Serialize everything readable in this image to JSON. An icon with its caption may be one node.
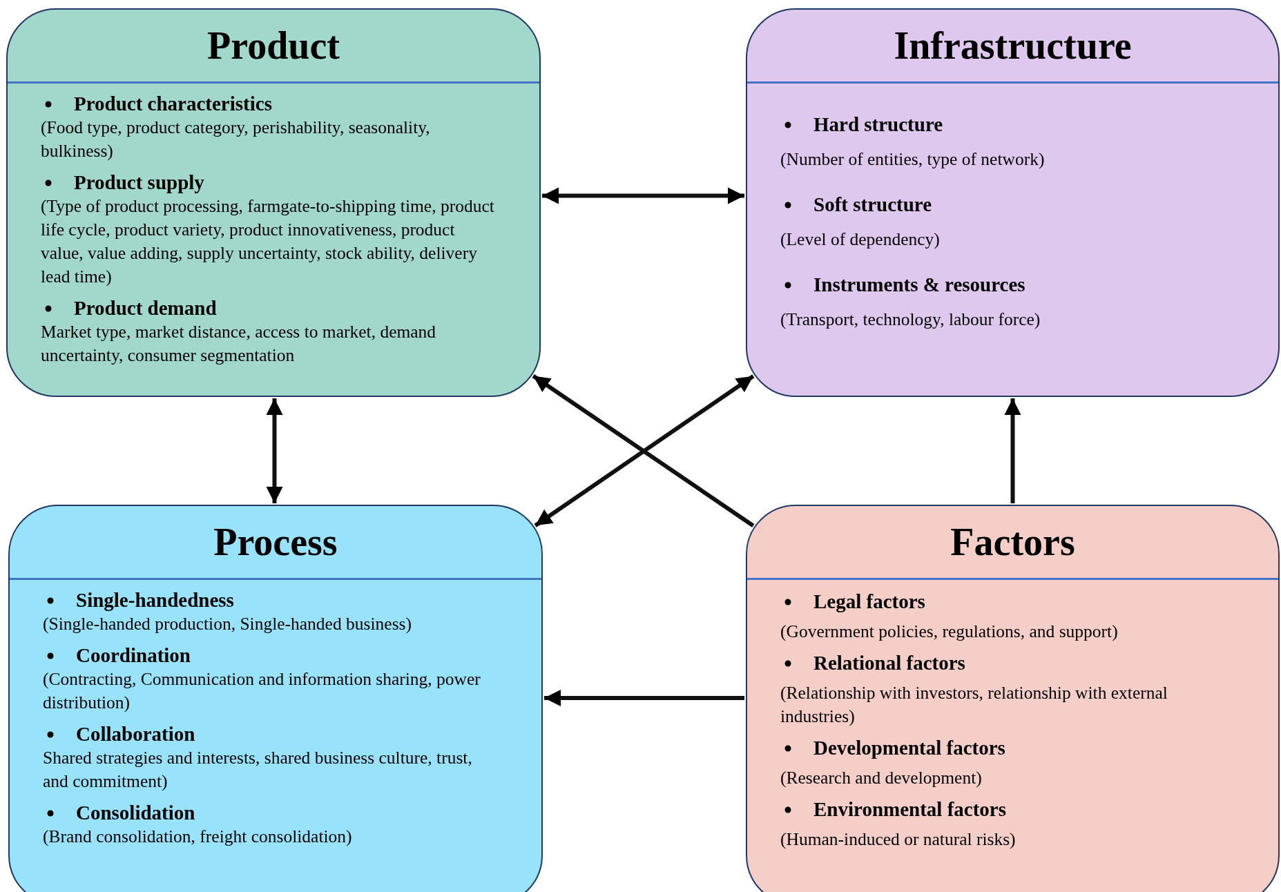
{
  "diagram": {
    "nodes": [
      {
        "text": [
          "Product",
          "Product characteristics",
          "(Food type, product category, perishability, seasonality, bulkiness)",
          "Product supply",
          "(Type of product processing, farmgate-to-shipping time, product life cycle, product variety, product innovativeness, product value, value adding, supply uncertainty, stock ability, delivery lead time)",
          "Product demand",
          "Market type, market distance, access to market, demand uncertainty, consumer segmentation"
        ]
      },
      {
        "text": [
          "Infrastructure",
          "Hard structure",
          "(Number of entities, type of network)",
          "Soft structure",
          "(Level of dependency)",
          "Instruments & resources",
          "(Transport, technology, labour force)"
        ]
      },
      {
        "text": [
          "Process",
          "Single-handedness",
          "(Single-handed production, Single-handed business)",
          "Coordination",
          "(Contracting, Communication and information sharing, power distribution)",
          "Collaboration",
          "Shared strategies and interests, shared business culture, trust, and commitment)",
          "Consolidation",
          "(Brand consolidation, freight consolidation)"
        ]
      },
      {
        "text": [
          "Factors",
          "Legal factors",
          "(Government policies, regulations, and support)",
          "Relational factors",
          "(Relationship with investors, relationship with external industries)",
          "Developmental factors",
          "(Research and development)",
          "Environmental factors",
          "(Human-induced or natural risks)"
        ]
      }
    ],
    "edges": [
      {
        "from": 0,
        "to": 1,
        "arrow": "both"
      },
      {
        "from": 0,
        "to": 2,
        "arrow": "both"
      },
      {
        "from": 3,
        "to": 0,
        "arrow": "to"
      },
      {
        "from": 2,
        "to": 1,
        "arrow": "both"
      },
      {
        "from": 3,
        "to": 1,
        "arrow": "to"
      },
      {
        "from": 3,
        "to": 2,
        "arrow": "to"
      }
    ]
  }
}
